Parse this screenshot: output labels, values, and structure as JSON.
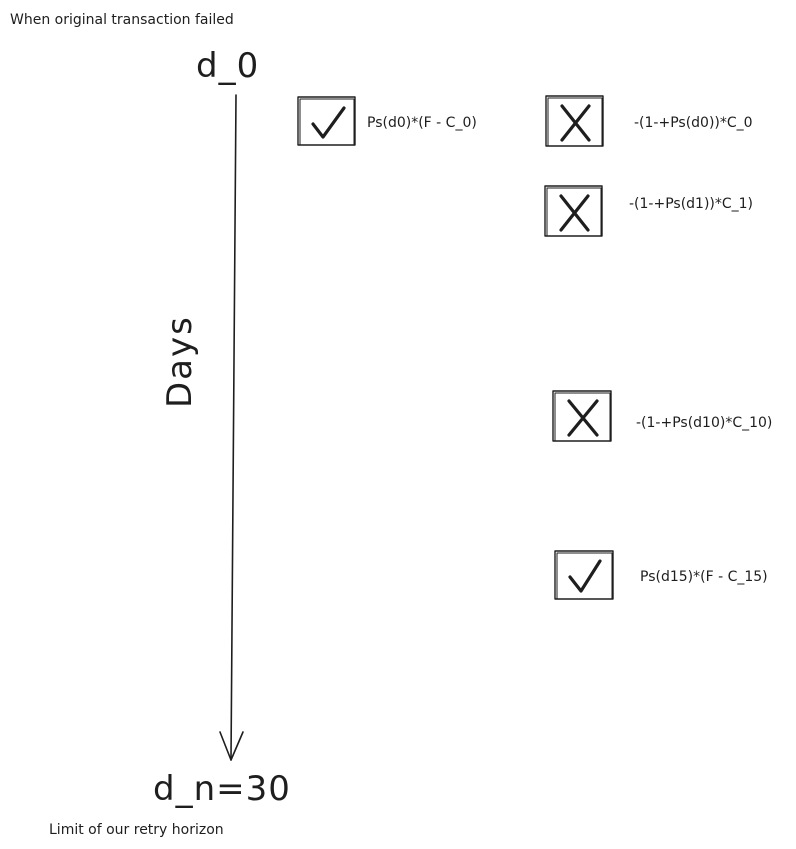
{
  "labels": {
    "start_note": "When original transaction failed",
    "start_day": "d_0",
    "axis_label": "Days",
    "end_day": "d_n=30",
    "end_note": "Limit of our retry horizon"
  },
  "outcomes": [
    {
      "status": "success",
      "icon": "checkmark-icon",
      "formula": "Ps(d0)*(F - C_0)"
    },
    {
      "status": "failure",
      "icon": "x-icon",
      "formula": "-(1-+Ps(d0))*C_0"
    },
    {
      "status": "failure",
      "icon": "x-icon",
      "formula": "-(1-+Ps(d1))*C_1)"
    },
    {
      "status": "failure",
      "icon": "x-icon",
      "formula": "-(1-+Ps(d10)*C_10)"
    },
    {
      "status": "success",
      "icon": "checkmark-icon",
      "formula": "Ps(d15)*(F - C_15)"
    }
  ],
  "colors": {
    "ink": "#1e1e1e",
    "background": "#ffffff"
  }
}
